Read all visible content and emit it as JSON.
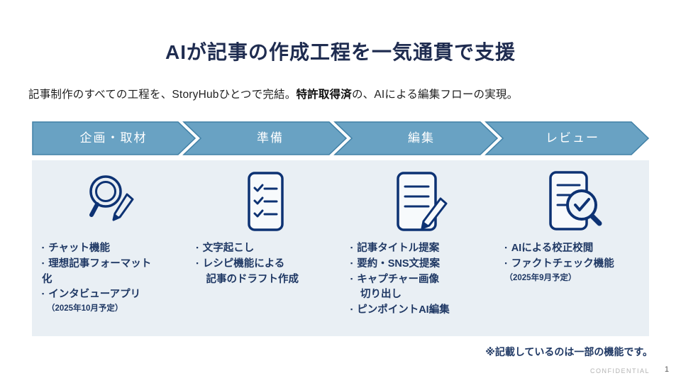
{
  "title": "AIが記事の作成工程を一気通貫で支援",
  "subtitle": {
    "pre": "記事制作のすべての工程を、StoryHubひとつで完結。",
    "bold": "特許取得済",
    "post": "の、AIによる編集フローの実現。"
  },
  "flow": {
    "steps": [
      {
        "label": "企画・取材"
      },
      {
        "label": "準備"
      },
      {
        "label": "編集"
      },
      {
        "label": "レビュー"
      }
    ]
  },
  "bullet_char": "▪",
  "columns": [
    {
      "icon": "magnifier-pencil-icon",
      "bullets": [
        {
          "t": "チャット機能"
        },
        {
          "t": "理想記事フォーマット化"
        },
        {
          "t": "インタビューアプリ"
        }
      ],
      "note": "（2025年10月予定）"
    },
    {
      "icon": "checklist-icon",
      "bullets": [
        {
          "t": "文字起こし"
        },
        {
          "t": "レシピ機能による"
        },
        {
          "cont": "記事のドラフト作成"
        }
      ]
    },
    {
      "icon": "document-pencil-icon",
      "bullets": [
        {
          "t": "記事タイトル提案"
        },
        {
          "t": "要約・SNS文提案"
        },
        {
          "t": "キャプチャー画像"
        },
        {
          "cont": "切り出し"
        },
        {
          "t": "ピンポイントAI編集"
        }
      ]
    },
    {
      "icon": "document-check-magnifier-icon",
      "bullets": [
        {
          "t": "AIによる校正校閲"
        },
        {
          "t": "ファクトチェック機能"
        }
      ],
      "note": "（2025年9月予定）"
    }
  ],
  "footnote": "※記載しているのは一部の機能です。",
  "footer": {
    "confidential": "CONFIDENTIAL",
    "page": "1"
  },
  "colors": {
    "accent_blue": "#69a2c3",
    "accent_blue_border": "#4080a6",
    "panel_bg": "#e9eff4",
    "navy_text": "#1f3864",
    "icon_navy": "#0d3273"
  }
}
